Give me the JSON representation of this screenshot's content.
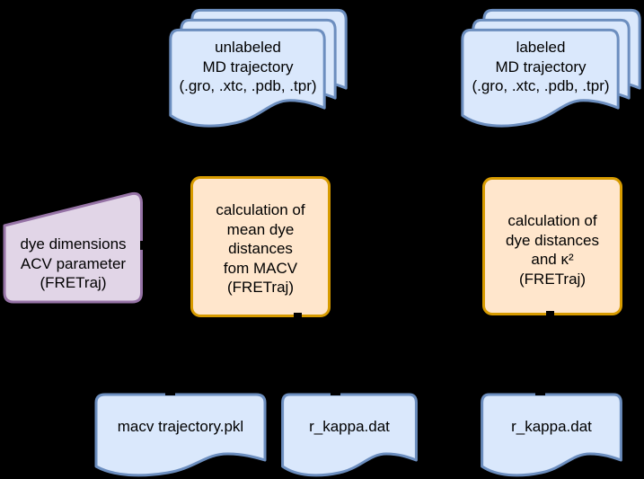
{
  "diagram": {
    "background_color": "#000000",
    "palette": {
      "document_fill": "#dae8fc",
      "document_stroke": "#6c8ebf",
      "process_fill": "#ffe6cc",
      "process_stroke": "#d79b00",
      "parameter_fill": "#e1d5e7",
      "parameter_stroke": "#9673a6",
      "text_color": "#000000"
    },
    "nodes": {
      "unlabeled_trajectory": {
        "type": "document-stack",
        "label": "unlabeled\nMD trajectory\n(.gro, .xtc, .pdb, .tpr)"
      },
      "labeled_trajectory": {
        "type": "document-stack",
        "label": "labeled\nMD trajectory\n(.gro, .xtc, .pdb, .tpr)"
      },
      "dye_parameters": {
        "type": "parameter-card",
        "label": "dye dimensions\nACV parameter\n(FRETraj)"
      },
      "calc_macv": {
        "type": "process",
        "label": "calculation of\nmean dye\ndistances\nfom MACV\n(FRETraj)"
      },
      "calc_kappa": {
        "type": "process",
        "label": "calculation of\ndye distances\nand κ²\n(FRETraj)"
      },
      "output_macv_pkl": {
        "type": "document",
        "label": "macv trajectory.pkl"
      },
      "output_rkappa_center": {
        "type": "document",
        "label": "r_kappa.dat"
      },
      "output_rkappa_right": {
        "type": "document",
        "label": "r_kappa.dat"
      }
    }
  }
}
